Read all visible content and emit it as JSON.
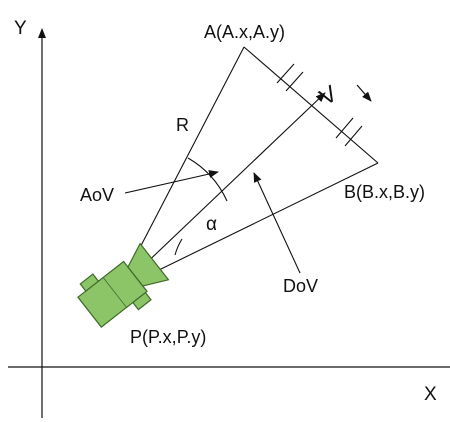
{
  "axes": {
    "y_label": "Y",
    "x_label": "X"
  },
  "points": {
    "a_label": "A(A.x,A.y)",
    "b_label": "B(B.x,B.y)",
    "p_label": "P(P.x,P.y)"
  },
  "labels": {
    "radius": "R",
    "velocity": "V",
    "angle_of_view": "AoV",
    "alpha": "α",
    "direction_of_view": "DoV"
  },
  "colors": {
    "camera_fill": "#8cc468",
    "camera_stroke": "#3f6a2a",
    "line": "#111111"
  }
}
